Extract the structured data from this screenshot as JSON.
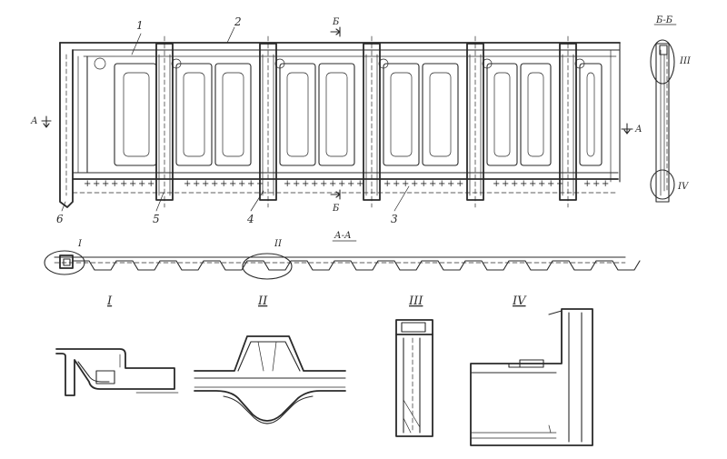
{
  "side_view": {
    "callouts": {
      "c1": "1",
      "c2": "2",
      "c3": "3",
      "c4": "4",
      "c5": "5",
      "c6": "6"
    },
    "section_AA_left": "А",
    "section_AA_right": "А",
    "section_BB_top": "Б",
    "section_BB_bottom": "Б"
  },
  "section_AA": {
    "title": "А-А",
    "detail_I": "I",
    "detail_II": "II"
  },
  "section_BB": {
    "title": "Б-Б",
    "detail_III": "III",
    "detail_IV": "IV"
  },
  "details": {
    "I": "I",
    "II": "II",
    "III": "III",
    "IV": "IV"
  }
}
